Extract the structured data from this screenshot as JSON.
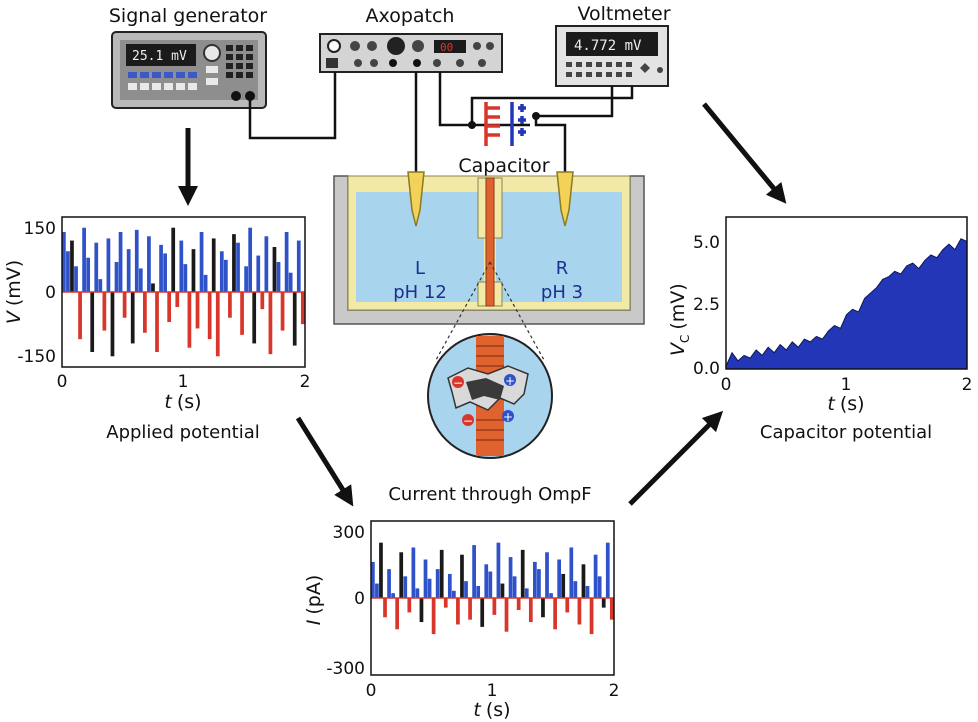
{
  "devices": {
    "signal_generator": {
      "label": "Signal generator",
      "display": "25.1 mV"
    },
    "axopatch": {
      "label": "Axopatch",
      "display": "00"
    },
    "voltmeter": {
      "label": "Voltmeter",
      "display": "4.772 mV"
    }
  },
  "capacitor_label": "Capacitor",
  "cell": {
    "left": {
      "letter": "L",
      "ph": "pH 12"
    },
    "right": {
      "letter": "R",
      "ph": "pH 3"
    },
    "ion_minus": "−",
    "ion_plus": "+"
  },
  "colors": {
    "solution": "#a8d4ee",
    "vessel": "#c9c9c9",
    "liner": "#f3e9a6",
    "positive_bar": "#2f52c9",
    "negative_bar": "#d8362a",
    "dark_bar": "#1a1a1a",
    "capacitor_fill": "#2436b8",
    "membrane": "#e0622e"
  },
  "chart_data": [
    {
      "type": "bar",
      "title": "Applied potential",
      "ylabel_main": "V",
      "ylabel_unit": "(mV)",
      "xlabel_main": "t",
      "xlabel_unit": "(s)",
      "xlim": [
        0,
        2
      ],
      "ylim": [
        -175,
        175
      ],
      "xticks": [
        "0",
        "1",
        "2"
      ],
      "yticks": [
        "150",
        "0",
        "-150"
      ],
      "series": [
        {
          "values": [
            140,
            95,
            120,
            60,
            -110,
            150,
            80,
            -140,
            115,
            30,
            -90,
            125,
            -150,
            70,
            140,
            -60,
            100,
            -120,
            145,
            55,
            -95,
            130,
            20,
            -140,
            110,
            90,
            -70,
            150,
            -35,
            120,
            65,
            -130,
            100,
            -85,
            140,
            40,
            -110,
            125,
            -150,
            95,
            75,
            -60,
            135,
            115,
            -100,
            60,
            150,
            -120,
            85,
            -40,
            130,
            -145,
            105,
            70,
            -90,
            140,
            45,
            -125,
            120,
            -75
          ]
        }
      ]
    },
    {
      "type": "bar",
      "title": "Current through OmpF",
      "ylabel_main": "I",
      "ylabel_unit": "(pA)",
      "xlabel_main": "t",
      "xlabel_unit": "(s)",
      "xlim": [
        0,
        2
      ],
      "ylim": [
        -320,
        320
      ],
      "xticks": [
        "0",
        "1",
        "2"
      ],
      "yticks": [
        "300",
        "0",
        "-300"
      ],
      "series": [
        {
          "values": [
            150,
            60,
            230,
            -80,
            120,
            20,
            -130,
            190,
            90,
            -60,
            210,
            40,
            -100,
            160,
            80,
            -150,
            120,
            200,
            -40,
            100,
            30,
            -110,
            180,
            70,
            -90,
            220,
            50,
            -120,
            140,
            110,
            -70,
            230,
            60,
            -140,
            170,
            90,
            -50,
            200,
            40,
            -100,
            150,
            120,
            -80,
            190,
            20,
            -130,
            160,
            100,
            -60,
            210,
            70,
            -110,
            140,
            50,
            -150,
            180,
            90,
            -40,
            230,
            -90
          ]
        }
      ]
    },
    {
      "type": "area",
      "title": "Capacitor potential",
      "ylabel_main": "V",
      "ylabel_sub": "C",
      "ylabel_unit": "(mV)",
      "xlabel_main": "t",
      "xlabel_unit": "(s)",
      "xlim": [
        0,
        2
      ],
      "ylim": [
        0,
        5.6
      ],
      "xticks": [
        "0",
        "1",
        "2"
      ],
      "yticks": [
        "5.0",
        "2.5",
        "0.0"
      ],
      "x": [
        0,
        0.05,
        0.1,
        0.15,
        0.2,
        0.25,
        0.3,
        0.35,
        0.4,
        0.45,
        0.5,
        0.55,
        0.6,
        0.65,
        0.7,
        0.75,
        0.8,
        0.85,
        0.9,
        0.95,
        1.0,
        1.05,
        1.1,
        1.15,
        1.2,
        1.25,
        1.3,
        1.35,
        1.4,
        1.45,
        1.5,
        1.55,
        1.6,
        1.65,
        1.7,
        1.75,
        1.8,
        1.85,
        1.9,
        1.95,
        2.0
      ],
      "values": [
        0.1,
        0.6,
        0.3,
        0.5,
        0.4,
        0.7,
        0.5,
        0.8,
        0.6,
        0.9,
        0.7,
        1.0,
        0.8,
        1.1,
        1.0,
        1.2,
        1.1,
        1.4,
        1.6,
        1.5,
        2.0,
        2.2,
        2.1,
        2.6,
        2.8,
        3.0,
        3.3,
        3.4,
        3.6,
        3.5,
        3.8,
        3.9,
        3.7,
        4.0,
        4.2,
        4.1,
        4.4,
        4.6,
        4.4,
        4.8,
        4.7
      ]
    }
  ]
}
